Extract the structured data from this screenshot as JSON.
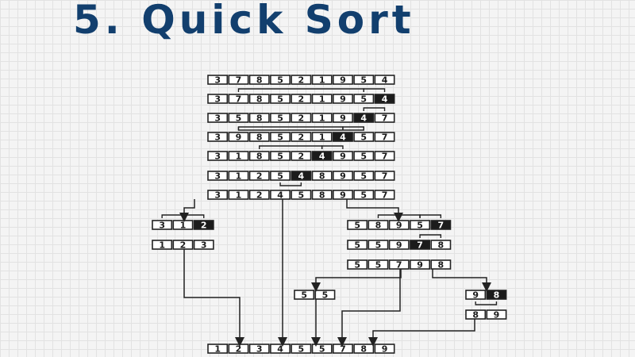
{
  "title": "5. Quick Sort",
  "rows": [
    {
      "id": "initial",
      "values": [
        "3",
        "7",
        "8",
        "5",
        "2",
        "1",
        "9",
        "5",
        "4"
      ],
      "dark": []
    },
    {
      "id": "pass-1",
      "values": [
        "3",
        "7",
        "8",
        "5",
        "2",
        "1",
        "9",
        "5",
        "4"
      ],
      "dark": [
        8
      ]
    },
    {
      "id": "pass-2",
      "values": [
        "3",
        "5",
        "8",
        "5",
        "2",
        "1",
        "9",
        "4",
        "7"
      ],
      "dark": [
        7
      ]
    },
    {
      "id": "pass-3",
      "values": [
        "3",
        "9",
        "8",
        "5",
        "2",
        "1",
        "4",
        "5",
        "7"
      ],
      "dark": [
        6
      ]
    },
    {
      "id": "pass-4",
      "values": [
        "3",
        "1",
        "8",
        "5",
        "2",
        "4",
        "9",
        "5",
        "7"
      ],
      "dark": [
        5
      ]
    },
    {
      "id": "pass-5",
      "values": [
        "3",
        "1",
        "2",
        "5",
        "4",
        "8",
        "9",
        "5",
        "7"
      ],
      "dark": [
        4
      ]
    },
    {
      "id": "partitioned",
      "values": [
        "3",
        "1",
        "2",
        "4",
        "5",
        "8",
        "9",
        "5",
        "7"
      ],
      "dark": []
    },
    {
      "id": "left-pivot",
      "values": [
        "3",
        "1",
        "2"
      ],
      "dark": [
        2
      ]
    },
    {
      "id": "left-sorted",
      "values": [
        "1",
        "2",
        "3"
      ],
      "dark": []
    },
    {
      "id": "right-pivot",
      "values": [
        "5",
        "8",
        "9",
        "5",
        "7"
      ],
      "dark": [
        4
      ]
    },
    {
      "id": "right-step",
      "values": [
        "5",
        "5",
        "9",
        "7",
        "8"
      ],
      "dark": [
        3
      ]
    },
    {
      "id": "right-split",
      "values": [
        "5",
        "5",
        "7",
        "9",
        "8"
      ],
      "dark": []
    },
    {
      "id": "sub-55",
      "values": [
        "5",
        "5"
      ],
      "dark": []
    },
    {
      "id": "sub-98",
      "values": [
        "9",
        "8"
      ],
      "dark": [
        1
      ]
    },
    {
      "id": "sub-89",
      "values": [
        "8",
        "9"
      ],
      "dark": []
    },
    {
      "id": "result",
      "values": [
        "1",
        "2",
        "3",
        "4",
        "5",
        "5",
        "7",
        "8",
        "9"
      ],
      "dark": []
    }
  ]
}
